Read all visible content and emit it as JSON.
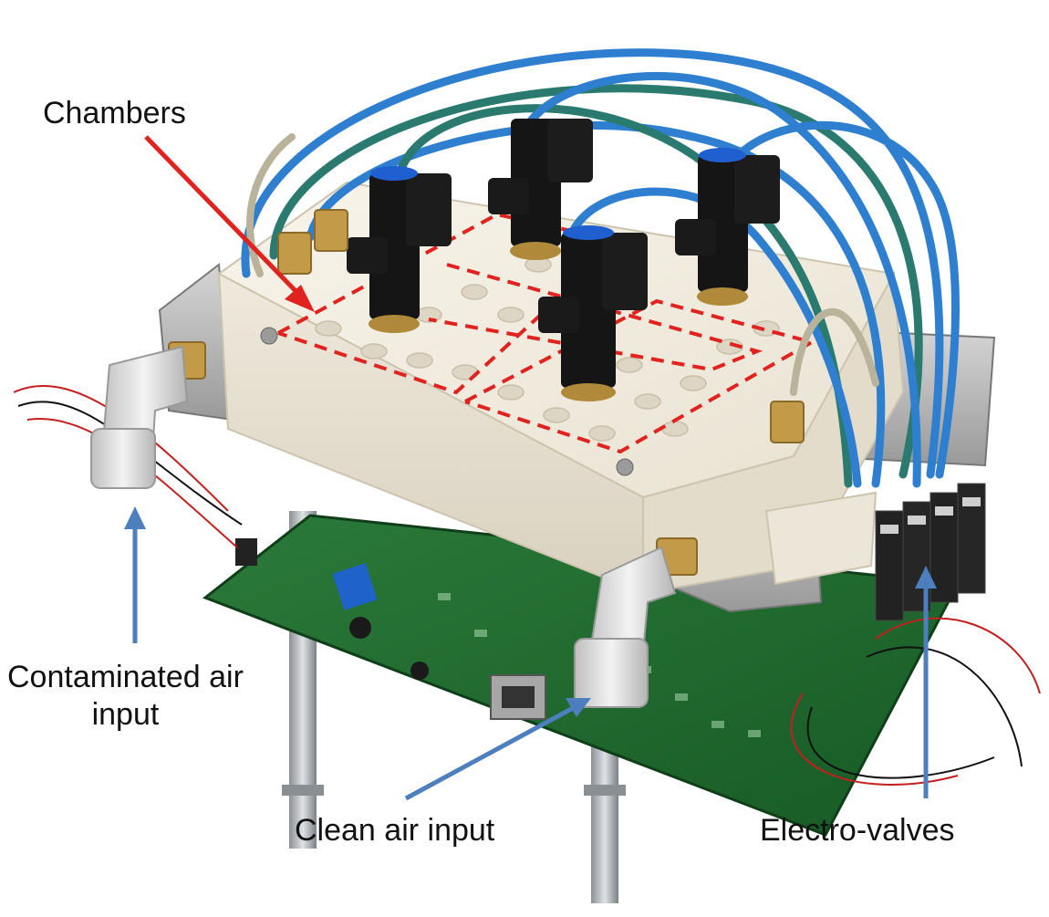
{
  "labels": {
    "chambers": "Chambers",
    "contaminated_line1": "Contaminated air",
    "contaminated_line2": "input",
    "clean_air": "Clean air input",
    "electro_valves": "Electro-valves"
  },
  "colors": {
    "background": "#ffffff",
    "chamber_outline": "#e0231f",
    "annotation_arrow_blue": "#4d7fbf",
    "annotation_arrow_red": "#e0231f",
    "tubing_blue": "#2f7fd0",
    "tubing_teal": "#2a7a70",
    "manifold_block": "#f2ede2",
    "aluminum": "#b8b8b8",
    "pcb_green": "#1e6b2e"
  }
}
